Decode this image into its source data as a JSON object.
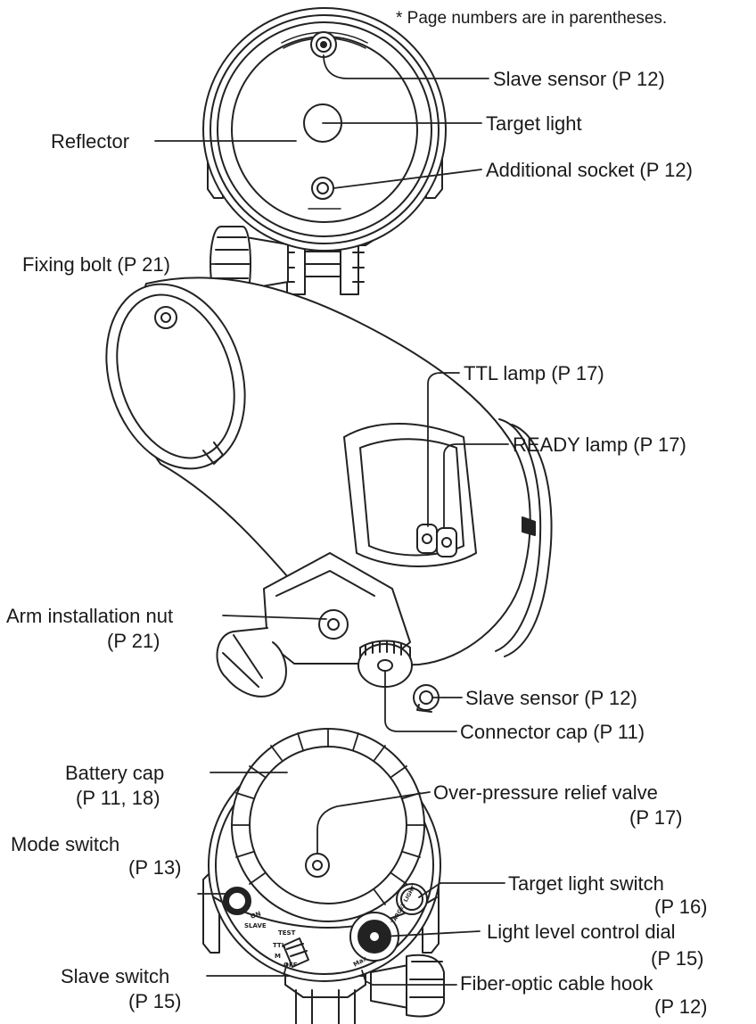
{
  "note": "* Page numbers are in parentheses.",
  "front_view": {
    "slave_sensor": "Slave sensor  (P 12)",
    "target_light": "Target light",
    "reflector": "Reflector",
    "additional_socket": "Additional socket  (P 12)",
    "fixing_bolt": "Fixing bolt (P 21)"
  },
  "side_view": {
    "ttl_lamp": "TTL lamp (P 17)",
    "ready_lamp": "READY lamp (P 17)",
    "arm_installation_nut": "Arm installation nut",
    "arm_installation_nut_page": "(P 21)",
    "slave_sensor": "Slave sensor  (P 12)",
    "connector_cap": "Connector cap (P 11)"
  },
  "rear_view": {
    "battery_cap": "Battery cap",
    "battery_cap_page": "(P 11, 18)",
    "over_pressure_valve": "Over-pressure relief valve",
    "over_pressure_valve_page": "(P 17)",
    "mode_switch": "Mode switch",
    "mode_switch_page": "(P 13)",
    "target_light_switch": "Target light switch",
    "target_light_switch_page": "(P 16)",
    "light_level_dial": "Light level control dial",
    "light_level_dial_page": "(P 15)",
    "slave_switch": "Slave switch",
    "slave_switch_page": "(P 15)",
    "fiber_optic_hook": "Fiber-optic cable hook",
    "fiber_optic_hook_page": "(P 12)"
  },
  "panel_marks": {
    "on": "ON",
    "test": "TEST",
    "slave": "SLAVE",
    "ttl": "TTL",
    "m": "M",
    "off": "OFF",
    "max": "Max",
    "target_light": "TARGET LIGHT"
  }
}
